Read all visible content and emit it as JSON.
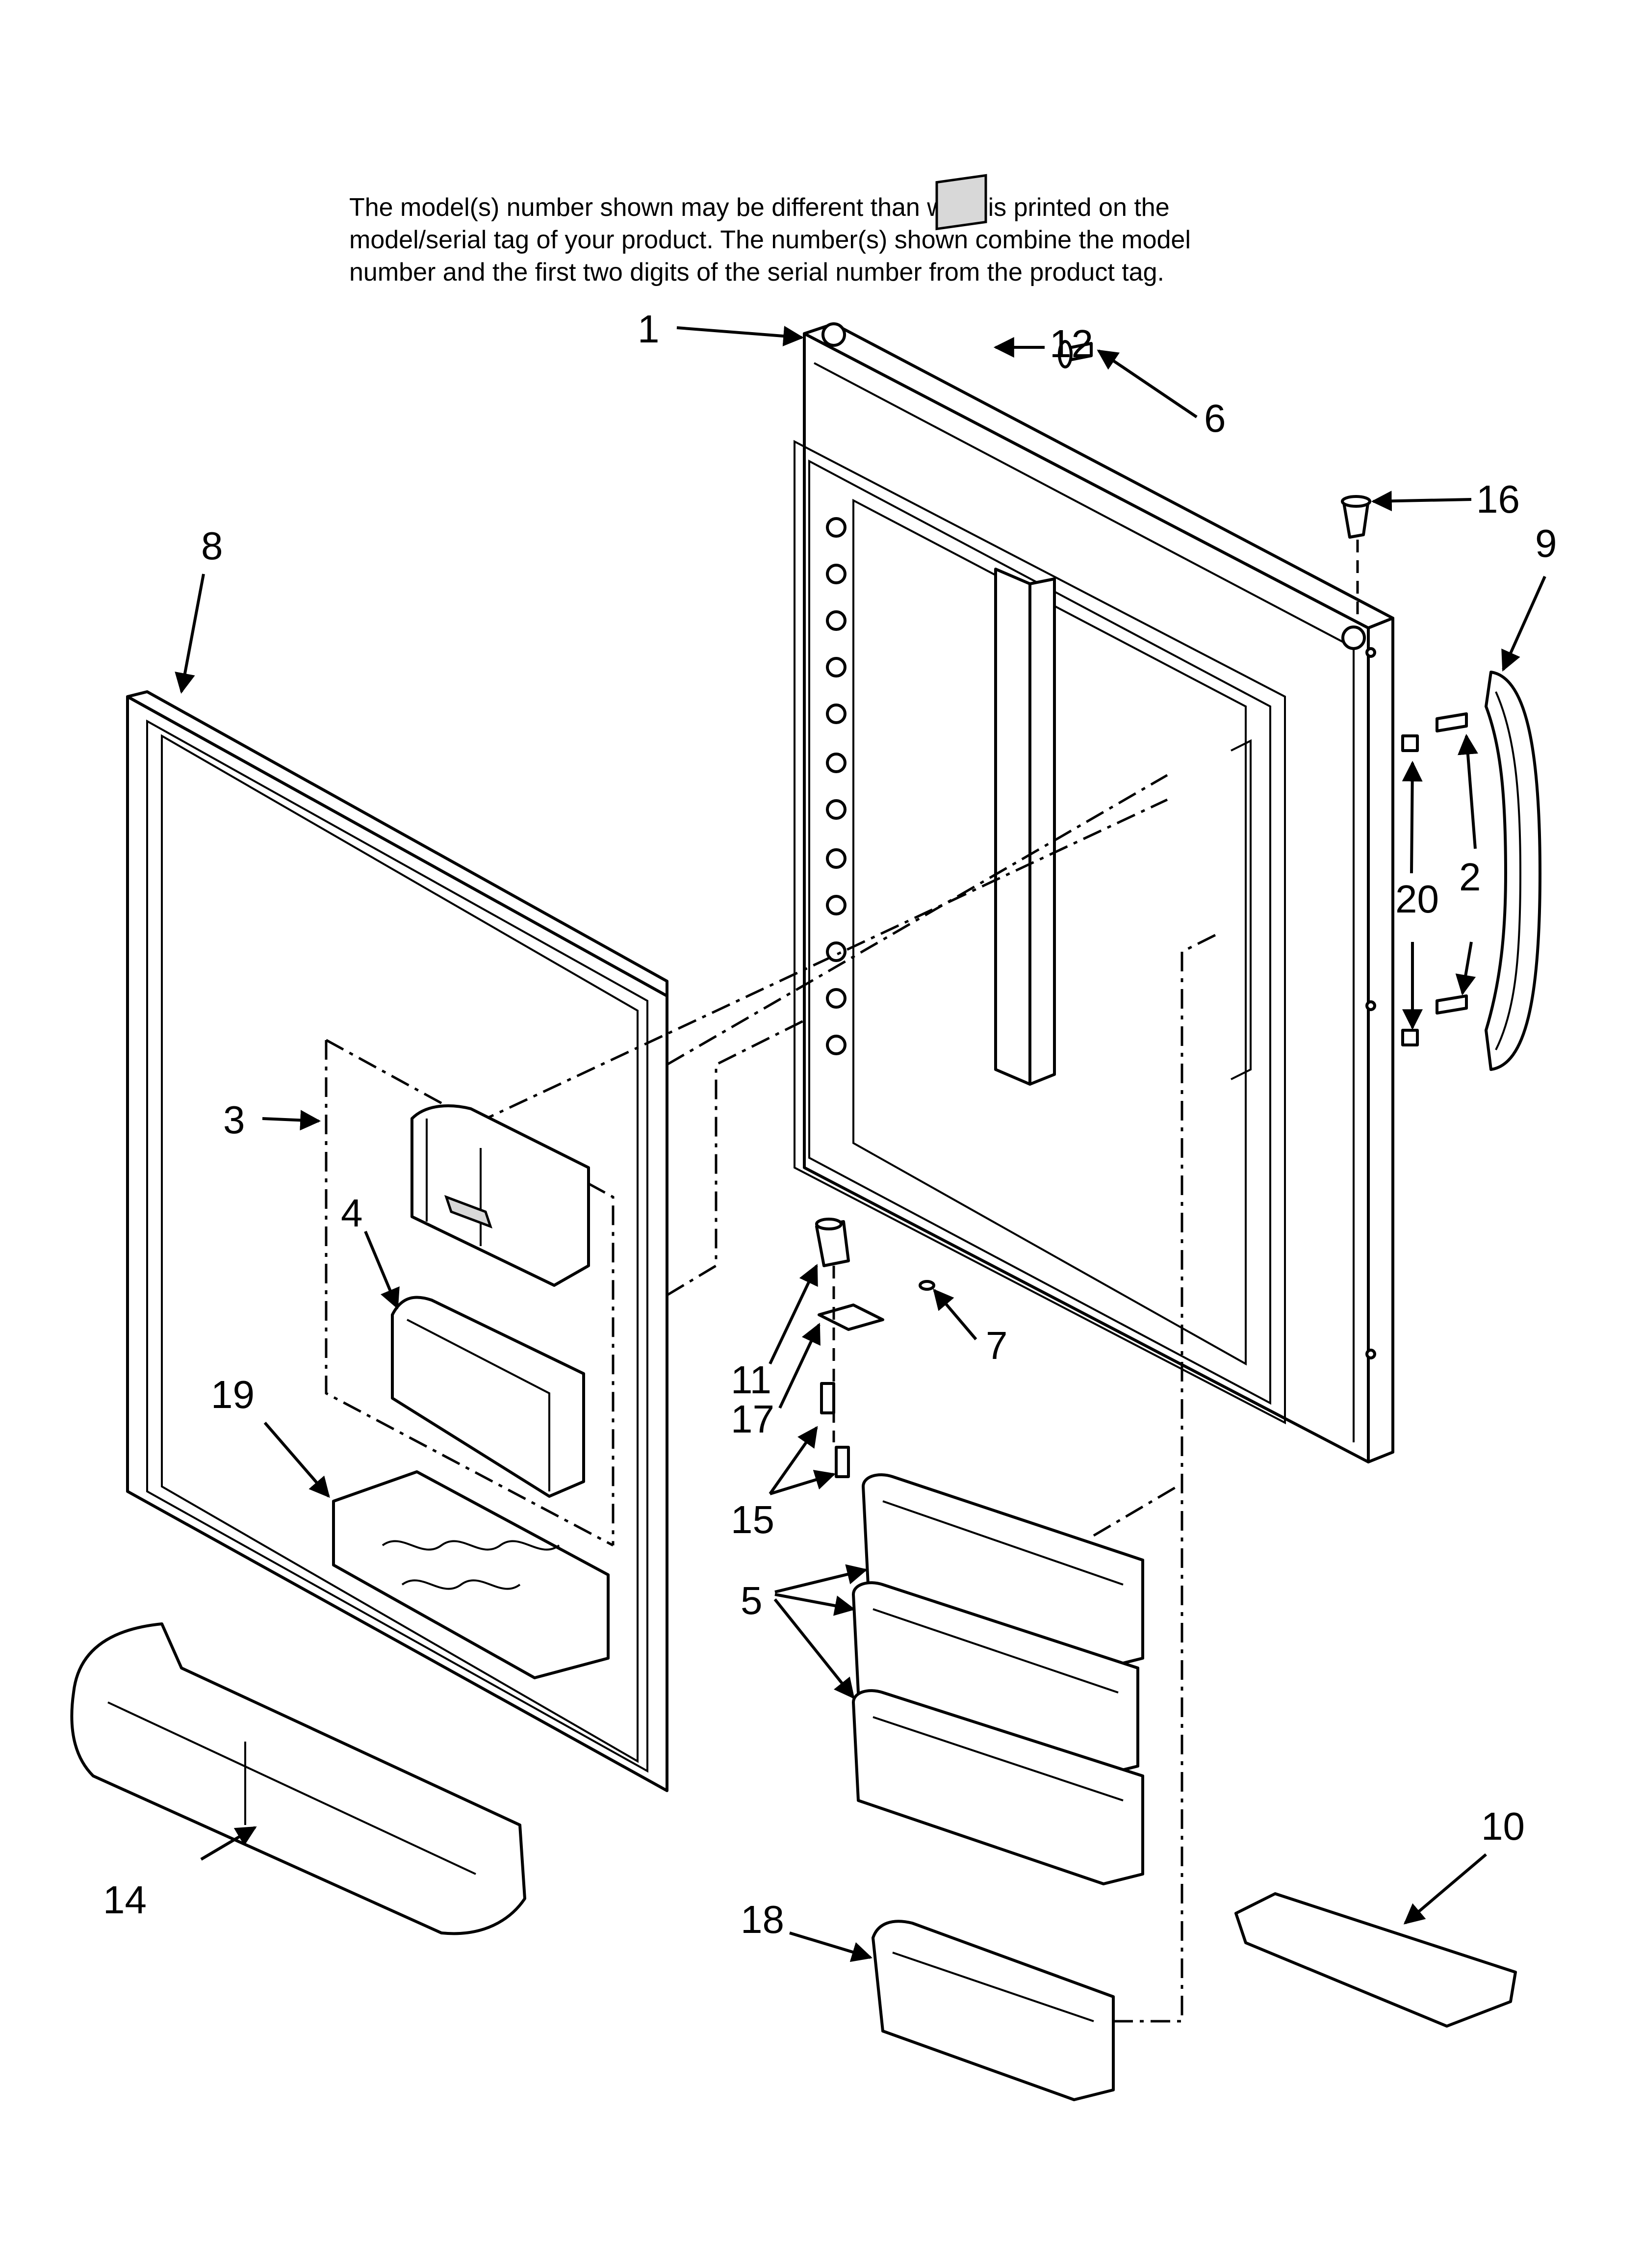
{
  "note": {
    "lines": [
      "The model(s) number shown may be different than what is printed on the",
      "model/serial tag of your product. The number(s) shown combine the model",
      "number and the first two digits of the serial number from the product tag."
    ]
  },
  "callouts": {
    "c1": "1",
    "c2": "2",
    "c3": "3",
    "c4": "4",
    "c5": "5",
    "c6": "6",
    "c7": "7",
    "c8": "8",
    "c9": "9",
    "c10": "10",
    "c11": "11",
    "c12": "12",
    "c14": "14",
    "c15": "15",
    "c16": "16",
    "c17": "17",
    "c18": "18",
    "c19": "19",
    "c20": "20"
  }
}
